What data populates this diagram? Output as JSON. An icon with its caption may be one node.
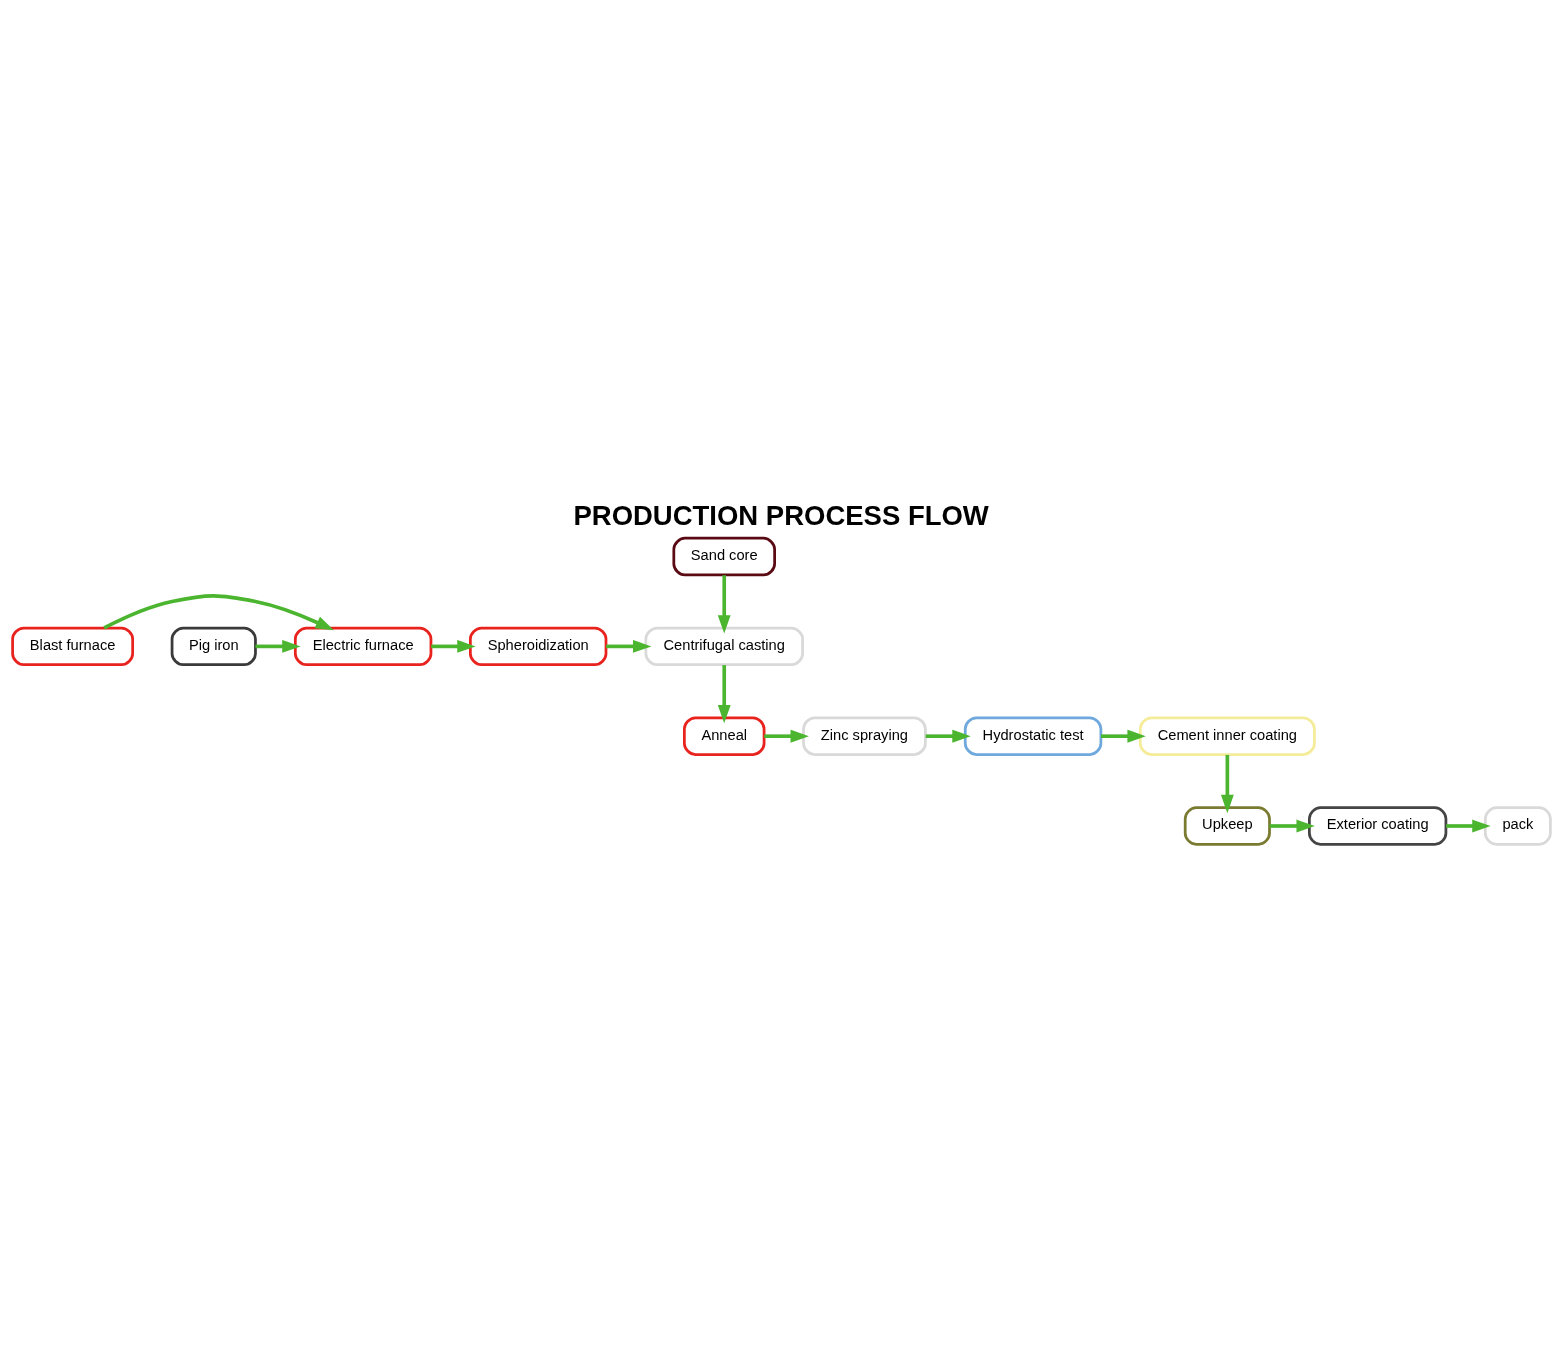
{
  "diagram": {
    "title": "PRODUCTION PROCESS FLOW",
    "nodes": [
      {
        "text": [
          "Blast furnace"
        ]
      },
      {
        "text": [
          "Pig iron"
        ]
      },
      {
        "text": [
          "Electric furnace"
        ]
      },
      {
        "text": [
          "Spheroidization"
        ]
      },
      {
        "text": [
          "Sand core"
        ]
      },
      {
        "text": [
          "Centrifugal casting"
        ]
      },
      {
        "text": [
          "Anneal"
        ]
      },
      {
        "text": [
          "Zinc spraying"
        ]
      },
      {
        "text": [
          "Hydrostatic test"
        ]
      },
      {
        "text": [
          "Cement inner coating"
        ]
      },
      {
        "text": [
          "Upkeep"
        ]
      },
      {
        "text": [
          "Exterior coating"
        ]
      },
      {
        "text": [
          "pack"
        ]
      }
    ],
    "edges": [
      {
        "from": 0,
        "to": 2,
        "arrow": "to"
      },
      {
        "from": 1,
        "to": 2,
        "arrow": "to"
      },
      {
        "from": 2,
        "to": 3,
        "arrow": "to"
      },
      {
        "from": 3,
        "to": 5,
        "arrow": "to"
      },
      {
        "from": 4,
        "to": 5,
        "arrow": "to"
      },
      {
        "from": 5,
        "to": 6,
        "arrow": "to"
      },
      {
        "from": 6,
        "to": 7,
        "arrow": "to"
      },
      {
        "from": 7,
        "to": 8,
        "arrow": "to"
      },
      {
        "from": 8,
        "to": 9,
        "arrow": "to"
      },
      {
        "from": 9,
        "to": 10,
        "arrow": "to"
      },
      {
        "from": 10,
        "to": 11,
        "arrow": "to"
      },
      {
        "from": 11,
        "to": 12,
        "arrow": "to"
      }
    ]
  }
}
